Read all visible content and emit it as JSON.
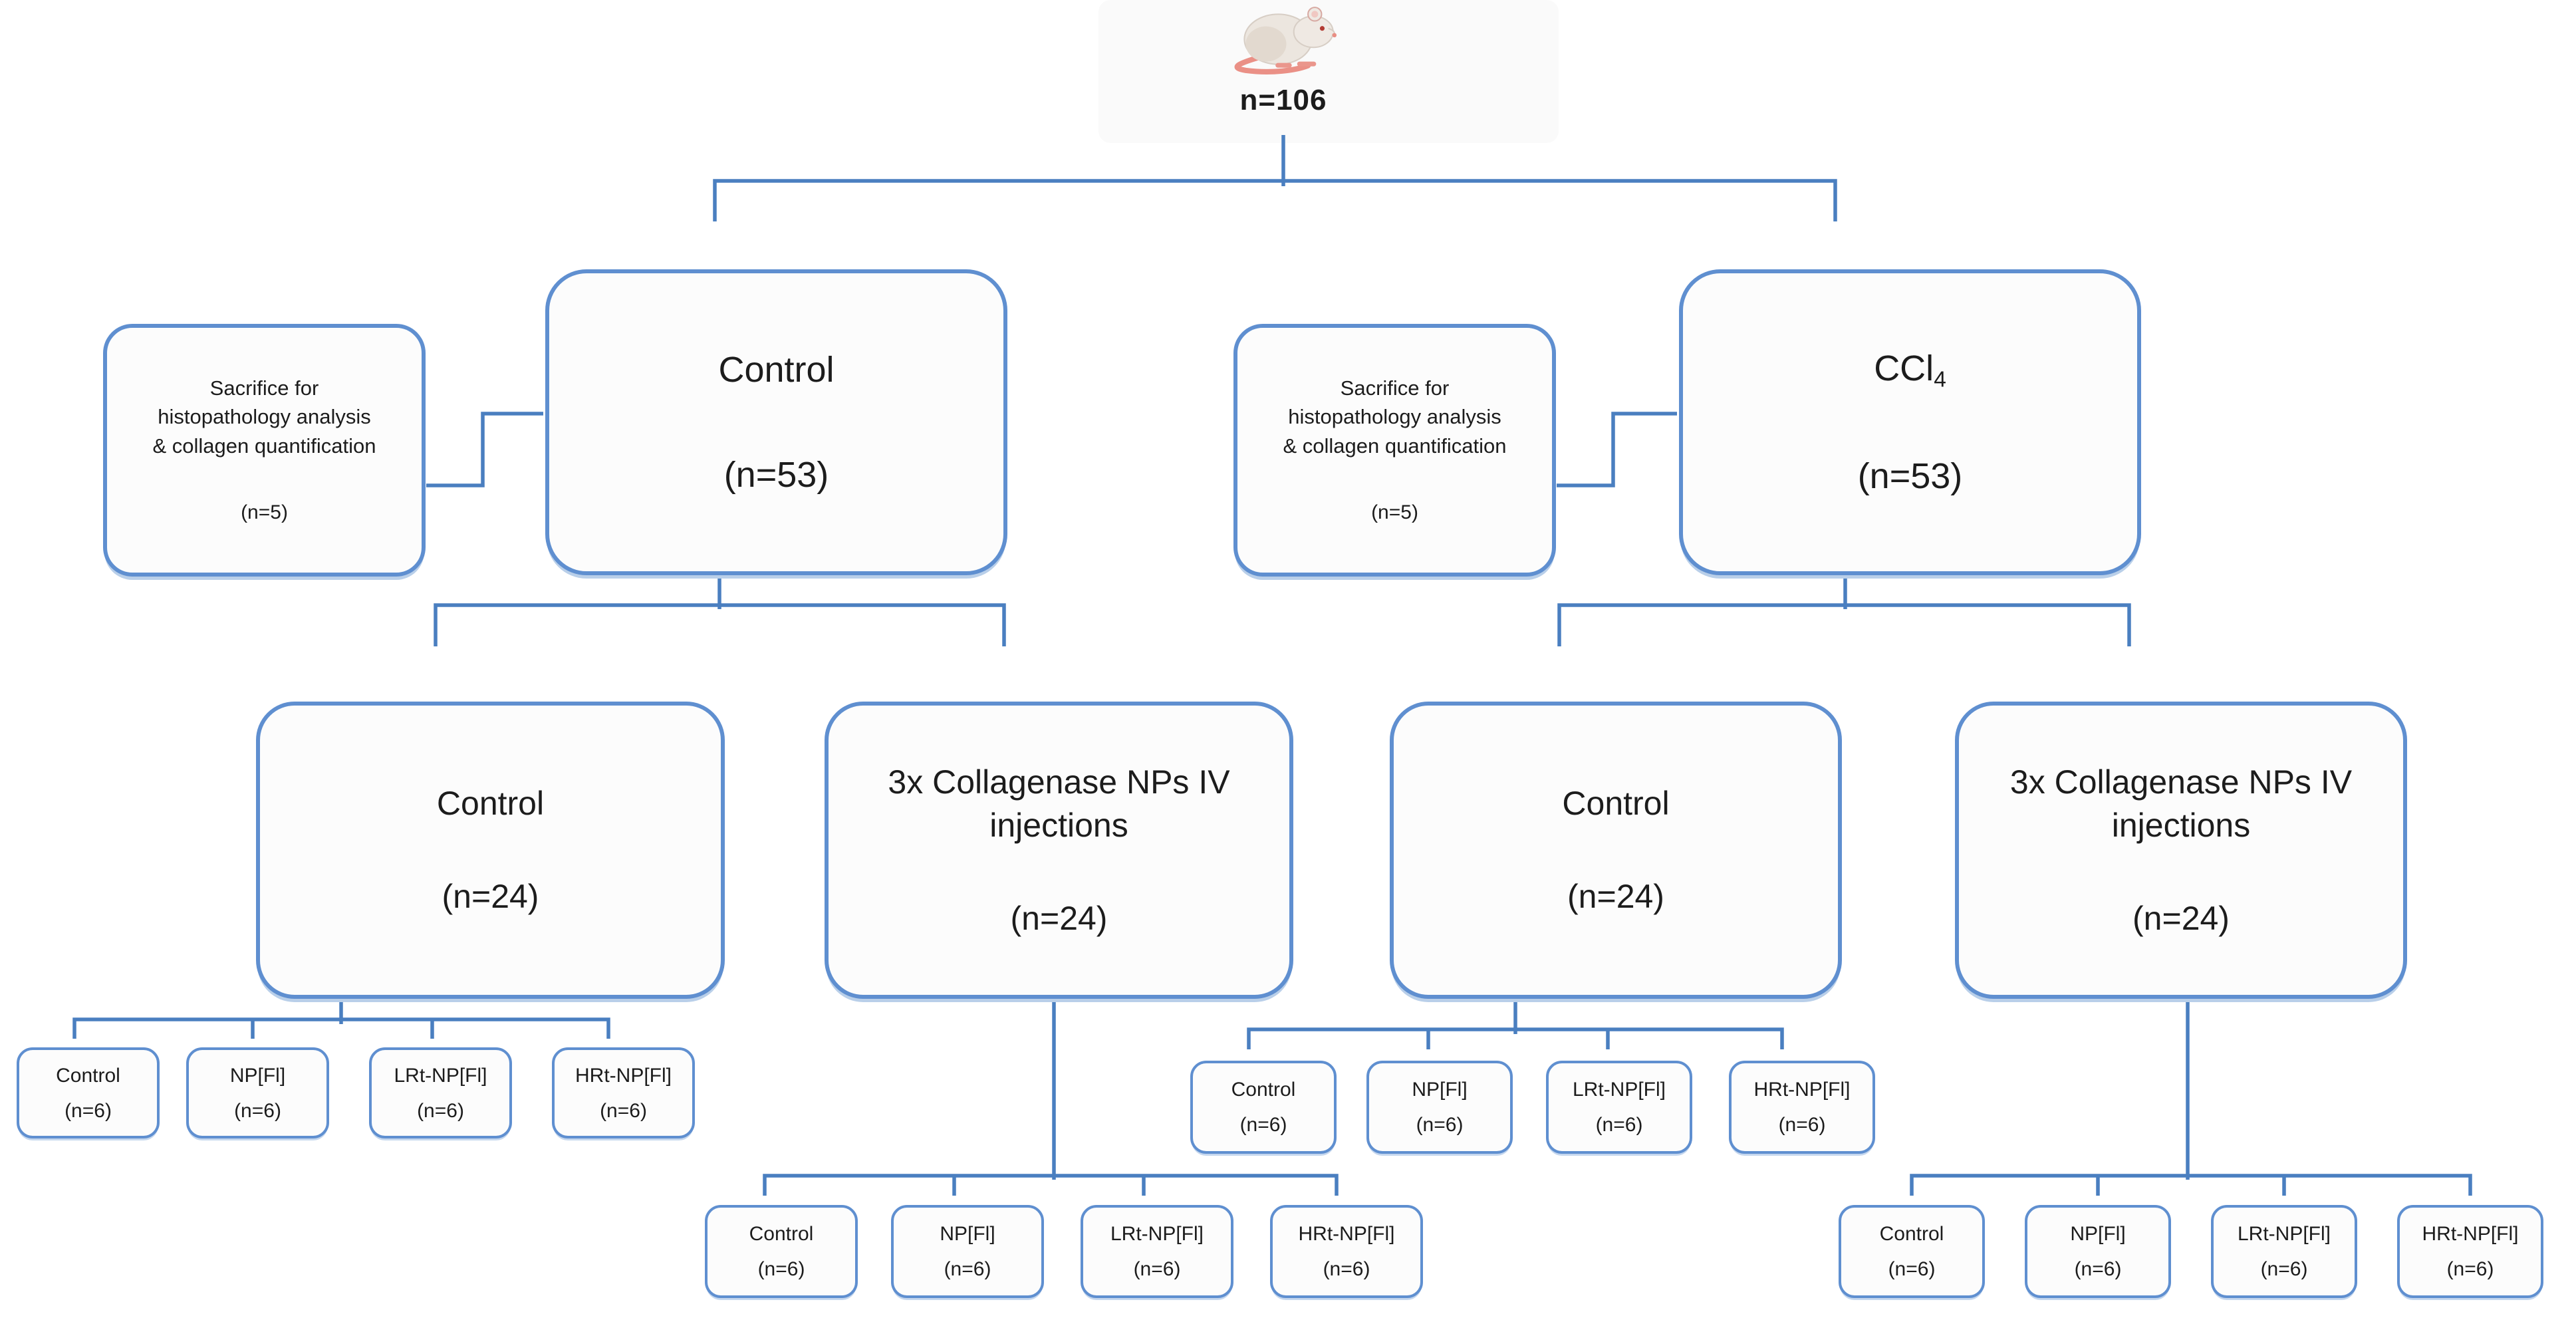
{
  "colors": {
    "line": "#4a7fc0",
    "border": "#5f8fd0",
    "fill": "#fcfcfc",
    "ink": "#1c1c1c"
  },
  "root": {
    "icon": "rat-illustration",
    "count": "n=106"
  },
  "tree": {
    "left": {
      "sacrifice": {
        "text": "Sacrifice for histopathology analysis & collagen quantification",
        "count": "(n=5)"
      },
      "title": "Control",
      "count": "(n=53)",
      "children": [
        {
          "title": "Control",
          "count": "(n=24)",
          "leaves": [
            {
              "label": "Control",
              "count": "(n=6)"
            },
            {
              "label": "NP[Fl]",
              "count": "(n=6)"
            },
            {
              "label": "LRt-NP[Fl]",
              "count": "(n=6)"
            },
            {
              "label": "HRt-NP[Fl]",
              "count": "(n=6)"
            }
          ]
        },
        {
          "title": "3x Collagenase NPs IV injections",
          "count": "(n=24)",
          "leaves": [
            {
              "label": "Control",
              "count": "(n=6)"
            },
            {
              "label": "NP[Fl]",
              "count": "(n=6)"
            },
            {
              "label": "LRt-NP[Fl]",
              "count": "(n=6)"
            },
            {
              "label": "HRt-NP[Fl]",
              "count": "(n=6)"
            }
          ]
        }
      ]
    },
    "right": {
      "sacrifice": {
        "text": "Sacrifice for histopathology analysis & collagen quantification",
        "count": "(n=5)"
      },
      "title_base": "CCl",
      "title_sub": "4",
      "count": "(n=53)",
      "children": [
        {
          "title": "Control",
          "count": "(n=24)",
          "leaves": [
            {
              "label": "Control",
              "count": "(n=6)"
            },
            {
              "label": "NP[Fl]",
              "count": "(n=6)"
            },
            {
              "label": "LRt-NP[Fl]",
              "count": "(n=6)"
            },
            {
              "label": "HRt-NP[Fl]",
              "count": "(n=6)"
            }
          ]
        },
        {
          "title": "3x Collagenase NPs IV injections",
          "count": "(n=24)",
          "leaves": [
            {
              "label": "Control",
              "count": "(n=6)"
            },
            {
              "label": "NP[Fl]",
              "count": "(n=6)"
            },
            {
              "label": "LRt-NP[Fl]",
              "count": "(n=6)"
            },
            {
              "label": "HRt-NP[Fl]",
              "count": "(n=6)"
            }
          ]
        }
      ]
    }
  }
}
